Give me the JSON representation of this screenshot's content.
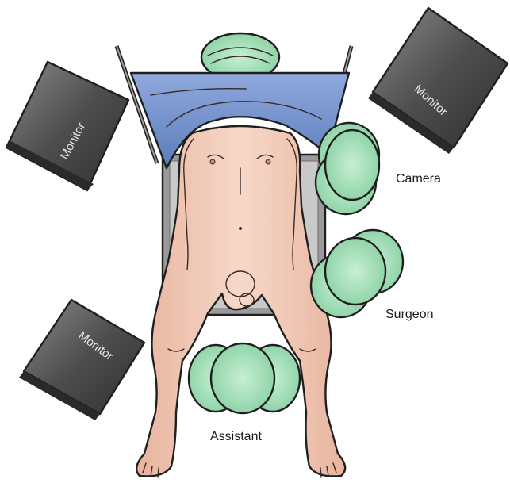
{
  "labels": {
    "camera": "Camera",
    "surgeon": "Surgeon",
    "assistant": "Assistant"
  },
  "monitors": [
    {
      "id": "top-left",
      "label": "Monitor"
    },
    {
      "id": "top-right",
      "label": "Monitor"
    },
    {
      "id": "bottom-left",
      "label": "Monitor"
    }
  ],
  "colors": {
    "drape": "#6f8fc9",
    "skin": "#f4d0bf",
    "personnel": "#9edcb3",
    "monitor": "#5a5a5a",
    "table": "#8c8c8c"
  }
}
